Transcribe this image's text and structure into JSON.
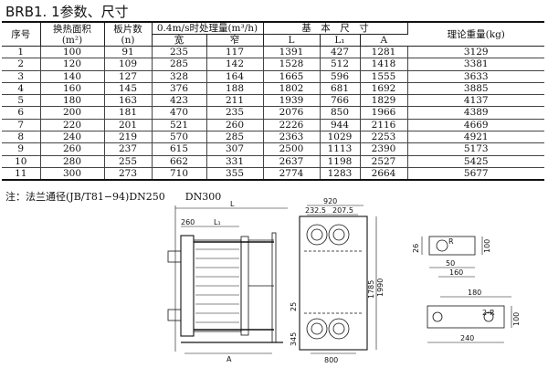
{
  "title": "BRB1. 1参数、尺寸",
  "table": {
    "headers": {
      "index": "序号",
      "area": "换热面积",
      "area_unit": "(m²)",
      "plates": "板片数",
      "plates_unit": "(n)",
      "flow": "0.4m/s时处理量(m³/h)",
      "wide": "宽",
      "narrow": "窄",
      "dims": "基　本　尺　寸",
      "L": "L",
      "L1": "L₁",
      "A": "A",
      "weight": "理论重量(kg)"
    },
    "rows": [
      [
        "1",
        "100",
        "91",
        "235",
        "117",
        "1391",
        "427",
        "1281",
        "3129"
      ],
      [
        "2",
        "120",
        "109",
        "285",
        "142",
        "1528",
        "512",
        "1418",
        "3381"
      ],
      [
        "3",
        "140",
        "127",
        "328",
        "164",
        "1665",
        "596",
        "1555",
        "3633"
      ],
      [
        "4",
        "160",
        "145",
        "376",
        "188",
        "1802",
        "681",
        "1692",
        "3885"
      ],
      [
        "5",
        "180",
        "163",
        "423",
        "211",
        "1939",
        "766",
        "1829",
        "4137"
      ],
      [
        "6",
        "200",
        "181",
        "470",
        "235",
        "2076",
        "850",
        "1966",
        "4389"
      ],
      [
        "7",
        "220",
        "201",
        "521",
        "260",
        "2226",
        "944",
        "2116",
        "4669"
      ],
      [
        "8",
        "240",
        "219",
        "570",
        "285",
        "2363",
        "1029",
        "2253",
        "4921"
      ],
      [
        "9",
        "260",
        "237",
        "615",
        "307",
        "2500",
        "1113",
        "2390",
        "5173"
      ],
      [
        "10",
        "280",
        "255",
        "662",
        "331",
        "2637",
        "1198",
        "2527",
        "5425"
      ],
      [
        "11",
        "300",
        "273",
        "710",
        "355",
        "2774",
        "1283",
        "2664",
        "5677"
      ]
    ]
  },
  "note": "注：法兰通径(JB/T81−94)DN250　　DN300",
  "drawing": {
    "side": {
      "L": "L",
      "d260": "260",
      "L1": "L₁",
      "A": "A"
    },
    "front": {
      "d920": "920",
      "d232": "232.5",
      "d207": "207.5",
      "d1785": "1785",
      "d1990": "1990",
      "d345": "345",
      "d25": "25",
      "d800": "800"
    },
    "detail1": {
      "d26": "26",
      "R": "R",
      "d100": "100",
      "d50": "50",
      "d160": "160"
    },
    "detail2": {
      "d180": "180",
      "R2": "2-R",
      "d100": "100",
      "d240": "240"
    }
  }
}
